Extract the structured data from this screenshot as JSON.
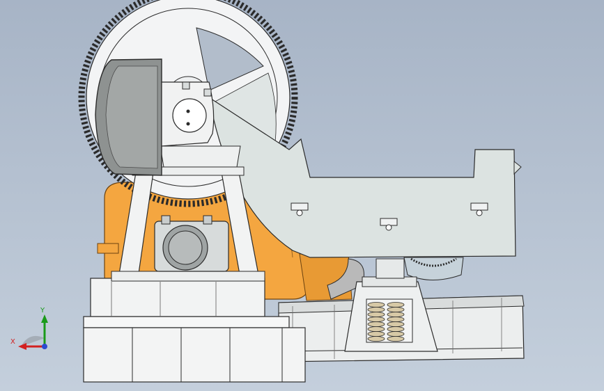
{
  "viewport": {
    "background_top": "#a7b4c6",
    "background_bottom": "#c4cfdc"
  },
  "model": {
    "parts": [
      "large-spur-gear",
      "motor-housing",
      "bearing-bracket",
      "a-frame-support",
      "pillow-block-bearing",
      "orange-gear-case",
      "hopper-tray",
      "mounting-lugs",
      "spring-isolator",
      "flywheel-pulley",
      "base-frame",
      "rail-beam"
    ],
    "colors": {
      "steel": "#f1f3f4",
      "edge": "#2b2b2b",
      "motor": "#8e9291",
      "orange_case": "#f4a640",
      "tray": "#dce3e1",
      "spring": "#d7c9a6"
    }
  },
  "triad": {
    "x_label": "X",
    "y_label": "Y",
    "x_color": "#d22020",
    "y_color": "#1a9a1a",
    "z_color": "#2c4bd0"
  }
}
